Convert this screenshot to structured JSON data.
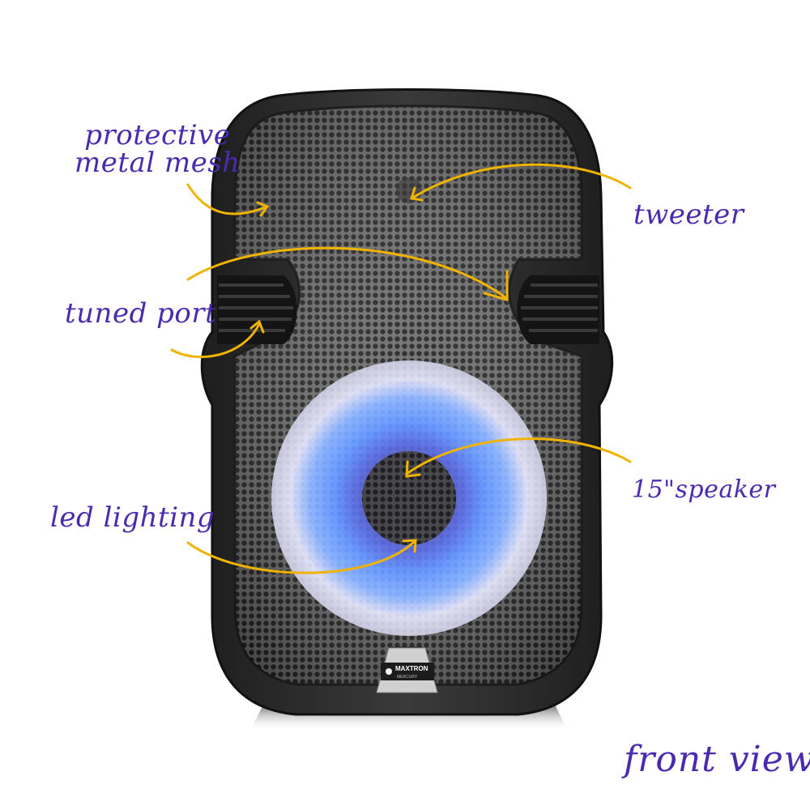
{
  "labels": {
    "mesh_line1": "protective",
    "mesh_line2": "metal mesh",
    "tweeter": "tweeter",
    "tuned_port": "tuned port",
    "speaker": "15\"speaker",
    "led": "led lighting",
    "view": "front view"
  },
  "brand": {
    "name": "MAXTRON",
    "model": "MERCURY"
  },
  "colors": {
    "label": "#4a2bb0",
    "arrow": "#f0b400",
    "cabinet": "#2b2b2b",
    "mesh": "#8a8a8a",
    "led_glow": "#3a6cff"
  }
}
